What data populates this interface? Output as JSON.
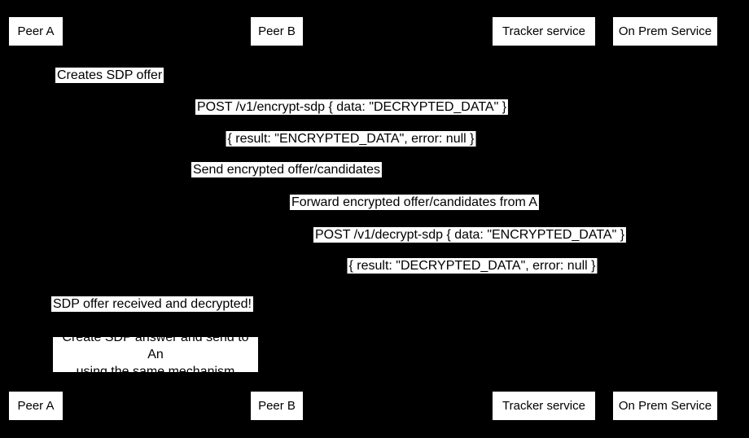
{
  "diagram": {
    "type": "sequence-diagram",
    "colors": {
      "background": "#000000",
      "box_fill": "#ffffff",
      "text": "#000000"
    },
    "actors": [
      {
        "label": "Peer A"
      },
      {
        "label": "Peer B"
      },
      {
        "label": "Tracker service"
      },
      {
        "label": "On Prem Service"
      }
    ],
    "messages": [
      {
        "label": "Creates SDP offer"
      },
      {
        "label": "POST /v1/encrypt-sdp { data: \"DECRYPTED_DATA\" }"
      },
      {
        "label": "{ result: \"ENCRYPTED_DATA\", error: null }"
      },
      {
        "label": "Send encrypted offer/candidates"
      },
      {
        "label": "Forward encrypted offer/candidates from A"
      },
      {
        "label": "POST /v1/decrypt-sdp { data: \"ENCRYPTED_DATA\" }"
      },
      {
        "label": "{ result: \"DECRYPTED_DATA\", error: null }"
      },
      {
        "label": "SDP offer received and decrypted!"
      }
    ],
    "note": {
      "line1": "Create SDP answer and send to An",
      "line2": "using the same mechanism"
    }
  }
}
